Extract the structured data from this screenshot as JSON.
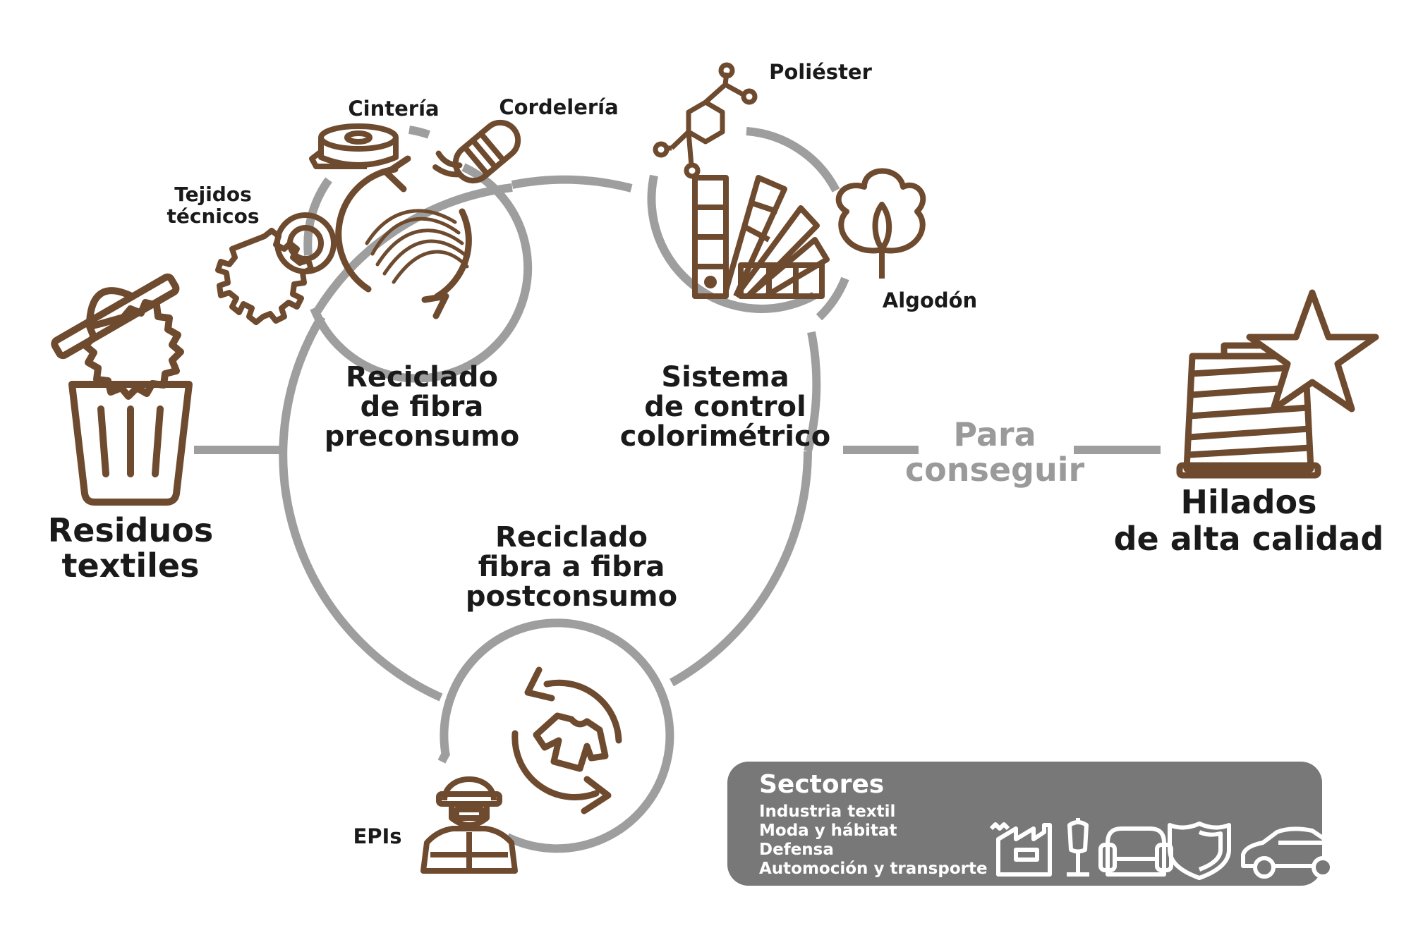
{
  "colors": {
    "brown": "#6e4a2e",
    "gray": "#9e9e9e",
    "panel": "#787878",
    "text": "#1a1a1a"
  },
  "residuos": {
    "line1": "Residuos",
    "line2": "textiles",
    "icon": "trash-bin-icon"
  },
  "preconsumo": {
    "line1": "Reciclado",
    "line2": "de fibra",
    "line3": "preconsumo",
    "icon": "recycle-fibers-icon",
    "satellites": {
      "cinteria": "Cintería",
      "cordeleria": "Cordelería",
      "tejidos1": "Tejidos",
      "tejidos2": "técnicos"
    }
  },
  "colorimetrico": {
    "line1": "Sistema",
    "line2": "de control",
    "line3": "colorimétrico",
    "icon": "color-swatch-fan-icon",
    "satellites": {
      "poliester": "Poliéster",
      "algodon": "Algodón"
    }
  },
  "postconsumo": {
    "line1": "Reciclado",
    "line2": "fibra a fibra",
    "line3": "postconsumo",
    "icon": "recycle-shirt-icon",
    "satellites": {
      "epis": "EPIs"
    }
  },
  "para": {
    "line1": "Para",
    "line2": "conseguir"
  },
  "hilados": {
    "line1": "Hilados",
    "line2": "de alta calidad",
    "icon": "yarn-cone-star-icon"
  },
  "sectores": {
    "title": "Sectores",
    "items": [
      "Industria textil",
      "Moda y hábitat",
      "Defensa",
      "Automoción y transporte"
    ],
    "icons": [
      "factory-icon",
      "mannequin-icon",
      "sofa-icon",
      "shield-icon",
      "car-icon"
    ]
  }
}
